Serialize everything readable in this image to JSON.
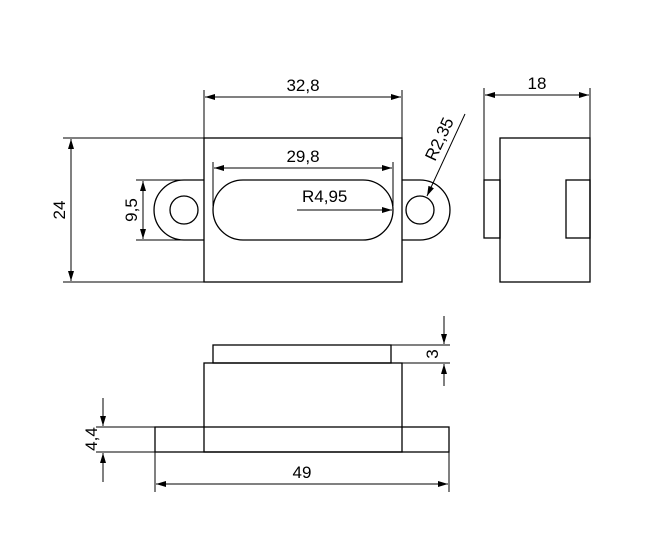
{
  "dimensions": {
    "top_width": "32,8",
    "slot_length": "29,8",
    "slot_radius": "R4,95",
    "ear_radius": "R2,35",
    "height": "24",
    "ear_height": "9,5",
    "side_depth": "18",
    "cap_height": "3",
    "flange_height": "4,4",
    "total_width": "49"
  }
}
